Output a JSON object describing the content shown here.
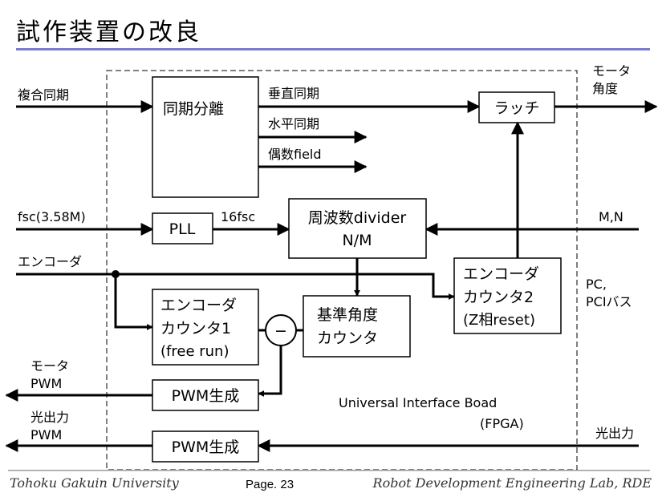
{
  "title": "試作装置の改良",
  "blocks": {
    "sync_sep": "同期分離",
    "latch": "ラッチ",
    "pll": "PLL",
    "divider_line1": "周波数divider",
    "divider_line2": "N/M",
    "enc2_line1": "エンコーダ",
    "enc2_line2": "カウンタ2",
    "enc2_line3": "(Z相reset)",
    "enc1_line1": "エンコーダ",
    "enc1_line2": "カウンタ1",
    "enc1_line3": "(free run)",
    "ref_line1": "基準角度",
    "ref_line2": "カウンタ",
    "pwm_motor": "PWM生成",
    "pwm_light": "PWM生成",
    "subtract": "−"
  },
  "signals": {
    "composite_sync": "複合同期",
    "vertical_sync": "垂直同期",
    "horizontal_sync": "水平同期",
    "even_odd_field": "偶数field",
    "fsc": "fsc(3.58M)",
    "fsc16": "16fsc",
    "mn": "M,N",
    "encoder": "エンコーダ",
    "motor_angle_line1": "モータ",
    "motor_angle_line2": "角度",
    "pc_line1": "PC,",
    "pc_line2": "PCIバス",
    "motor_pwm_line1": "モータ",
    "motor_pwm_line2": "PWM",
    "light_pwm_line1": "光出力",
    "light_pwm_line2": "PWM",
    "light_output": "光出力"
  },
  "board": {
    "line1": "Universal Interface Boad",
    "line2": "(FPGA)"
  },
  "footer": {
    "university": "Tohoku Gakuin University",
    "page": "Page. 23",
    "lab": "Robot Development Engineering Lab, RDE"
  },
  "colors": {
    "title_underline": "#7b7bd6",
    "footer_rule": "#9a9a9a"
  }
}
